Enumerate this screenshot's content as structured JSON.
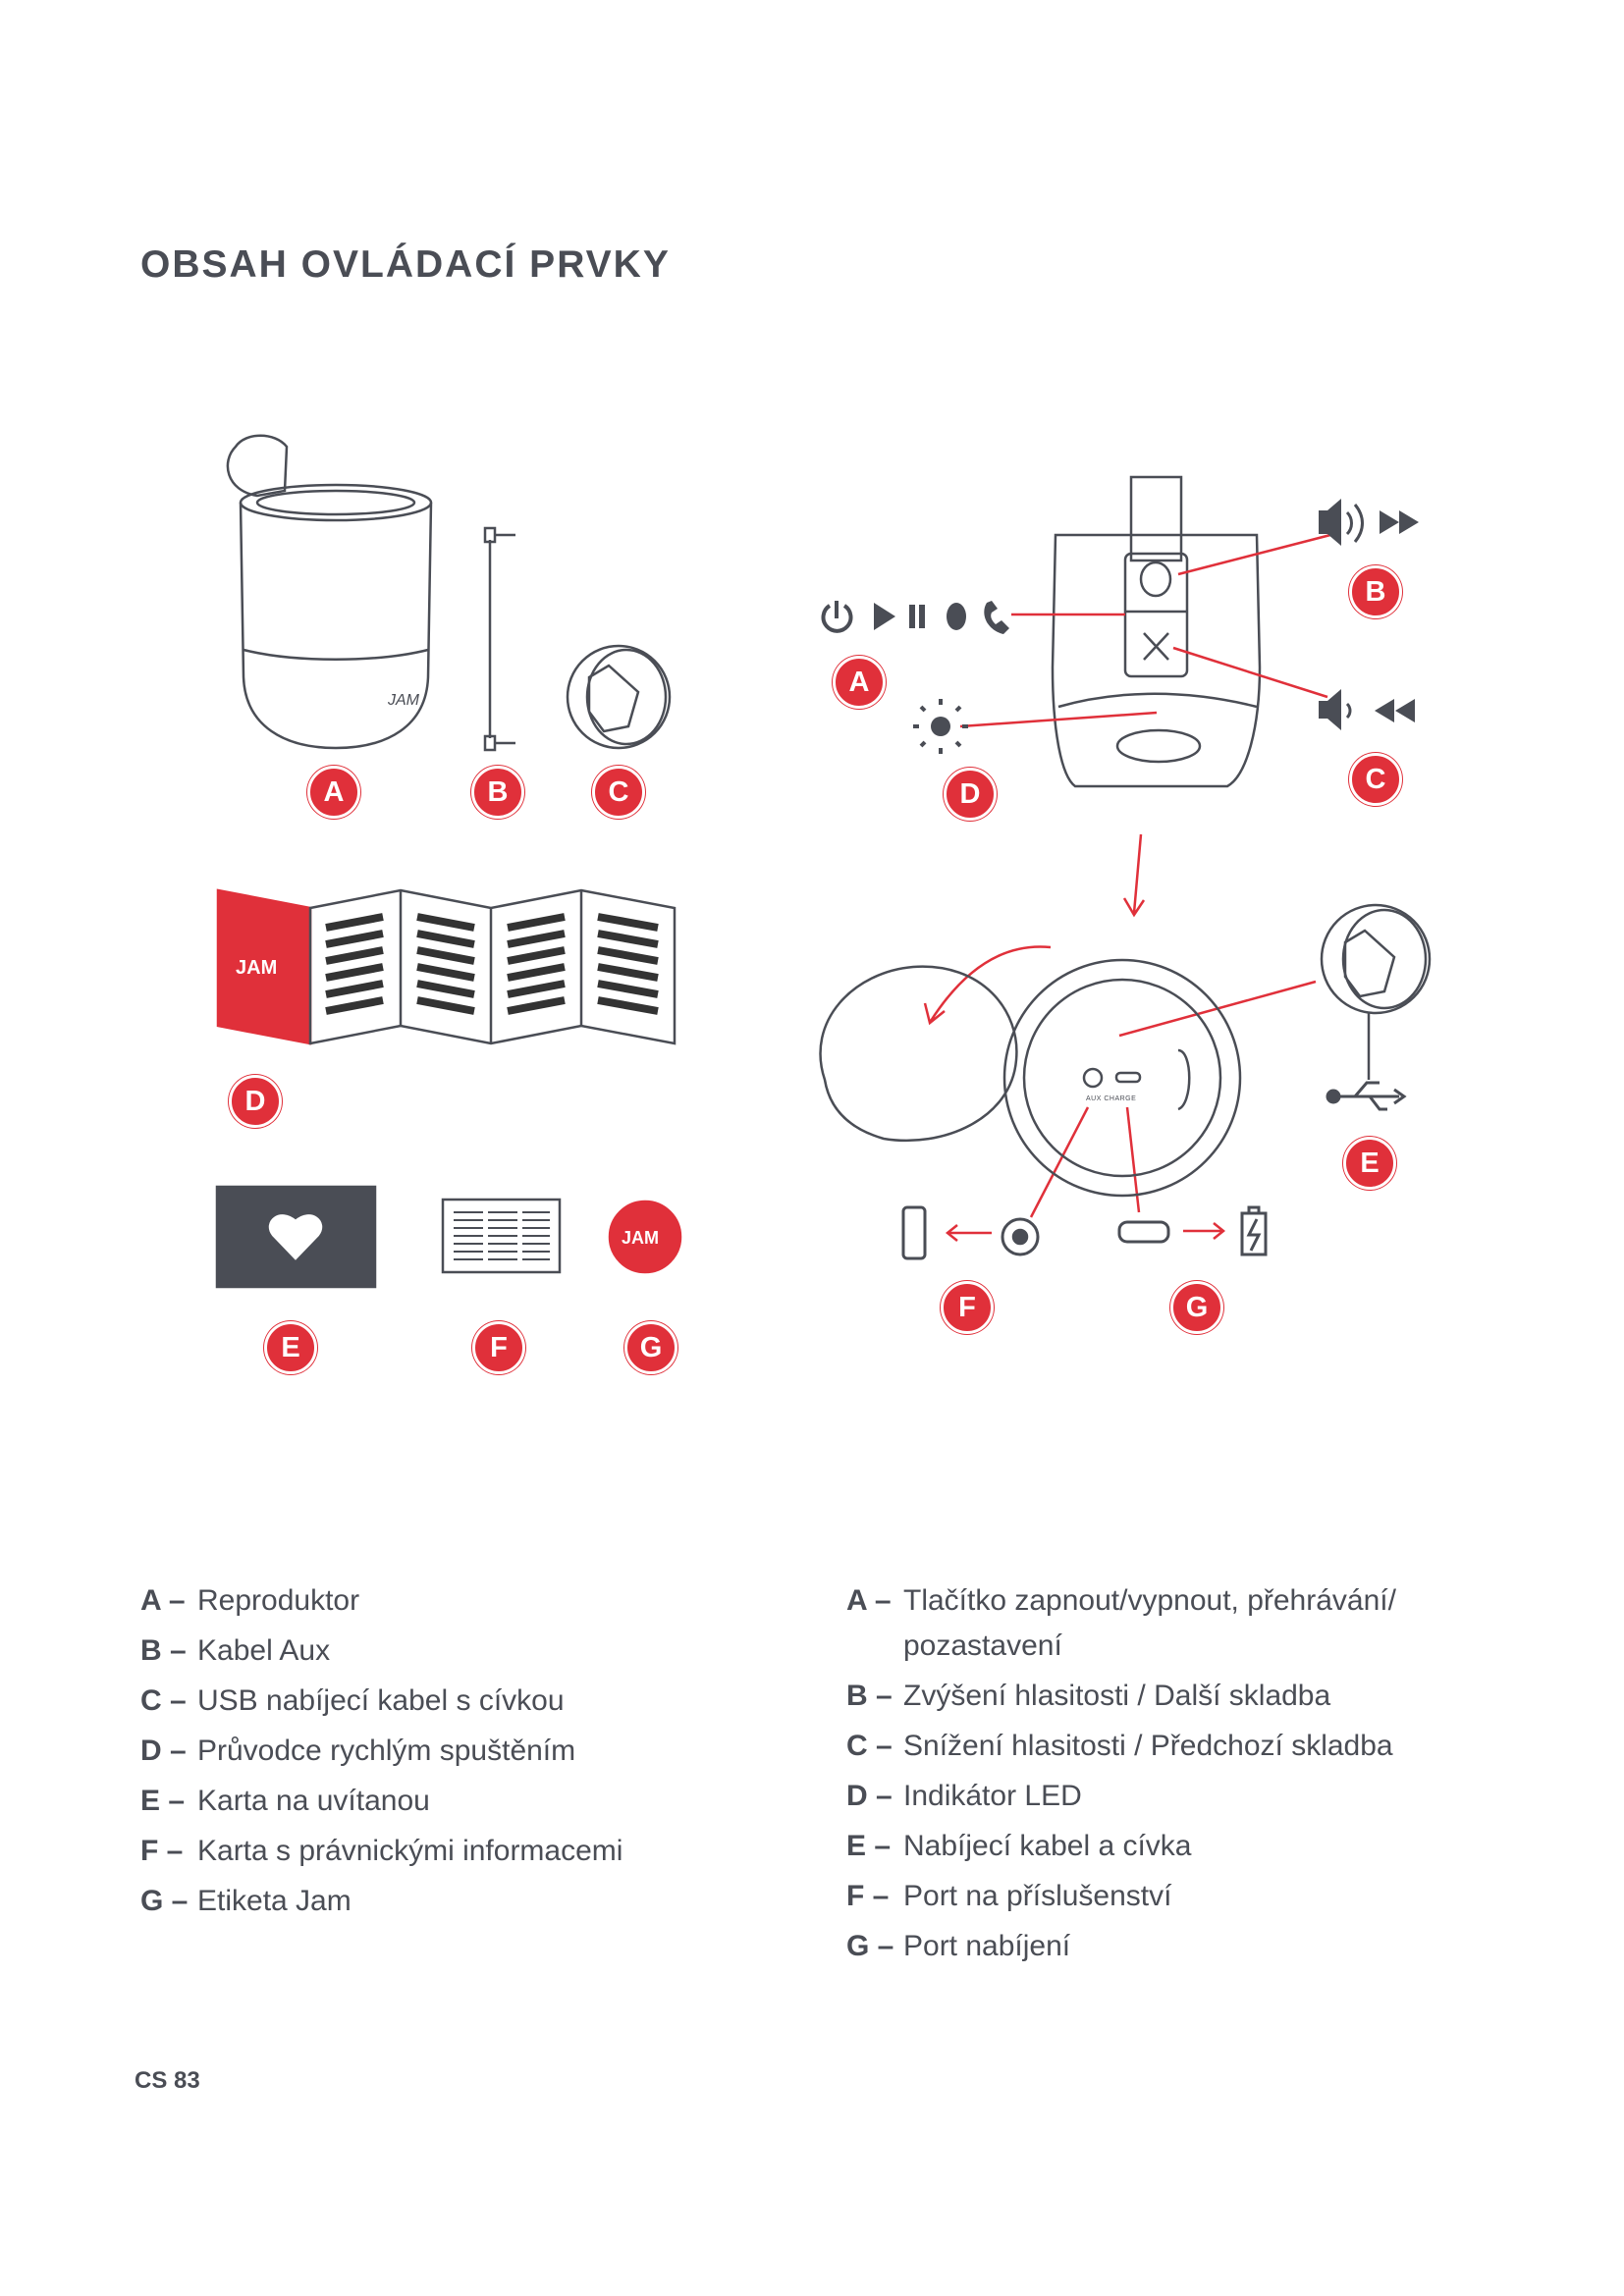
{
  "title": "OBSAH  OVLÁDACÍ PRVKY",
  "contents_badges": [
    "A",
    "B",
    "C",
    "D",
    "E",
    "F",
    "G"
  ],
  "controls_badges": [
    "A",
    "B",
    "C",
    "D",
    "E",
    "F",
    "G"
  ],
  "port_label": "AUX CHARGE",
  "jam_logo": "JAM",
  "contents_legend": [
    {
      "key": "A –",
      "text": "Reproduktor"
    },
    {
      "key": "B –",
      "text": "Kabel Aux"
    },
    {
      "key": "C –",
      "text": "USB nabíjecí kabel s cívkou"
    },
    {
      "key": "D –",
      "text": "Průvodce rychlým spuštěním"
    },
    {
      "key": "E –",
      "text": "Karta na uvítanou"
    },
    {
      "key": "F –",
      "text": "Karta s právnickými informacemi"
    },
    {
      "key": "G –",
      "text": "Etiketa Jam"
    }
  ],
  "controls_legend": [
    {
      "key": "A –",
      "text": "Tlačítko zapnout/vypnout, přehrávání/",
      "cont": "pozastavení"
    },
    {
      "key": "B –",
      "text": "Zvýšení hlasitosti / Další skladba"
    },
    {
      "key": "C –",
      "text": "Snížení hlasitosti / Předchozí skladba"
    },
    {
      "key": "D –",
      "text": "Indikátor LED"
    },
    {
      "key": "E –",
      "text": "Nabíjecí kabel a cívka"
    },
    {
      "key": "F –",
      "text": "Port na příslušenství"
    },
    {
      "key": "G –",
      "text": "Port nabíjení"
    }
  ],
  "footer": "CS 83",
  "colors": {
    "accent": "#e0303a",
    "text": "#4a4d55"
  }
}
